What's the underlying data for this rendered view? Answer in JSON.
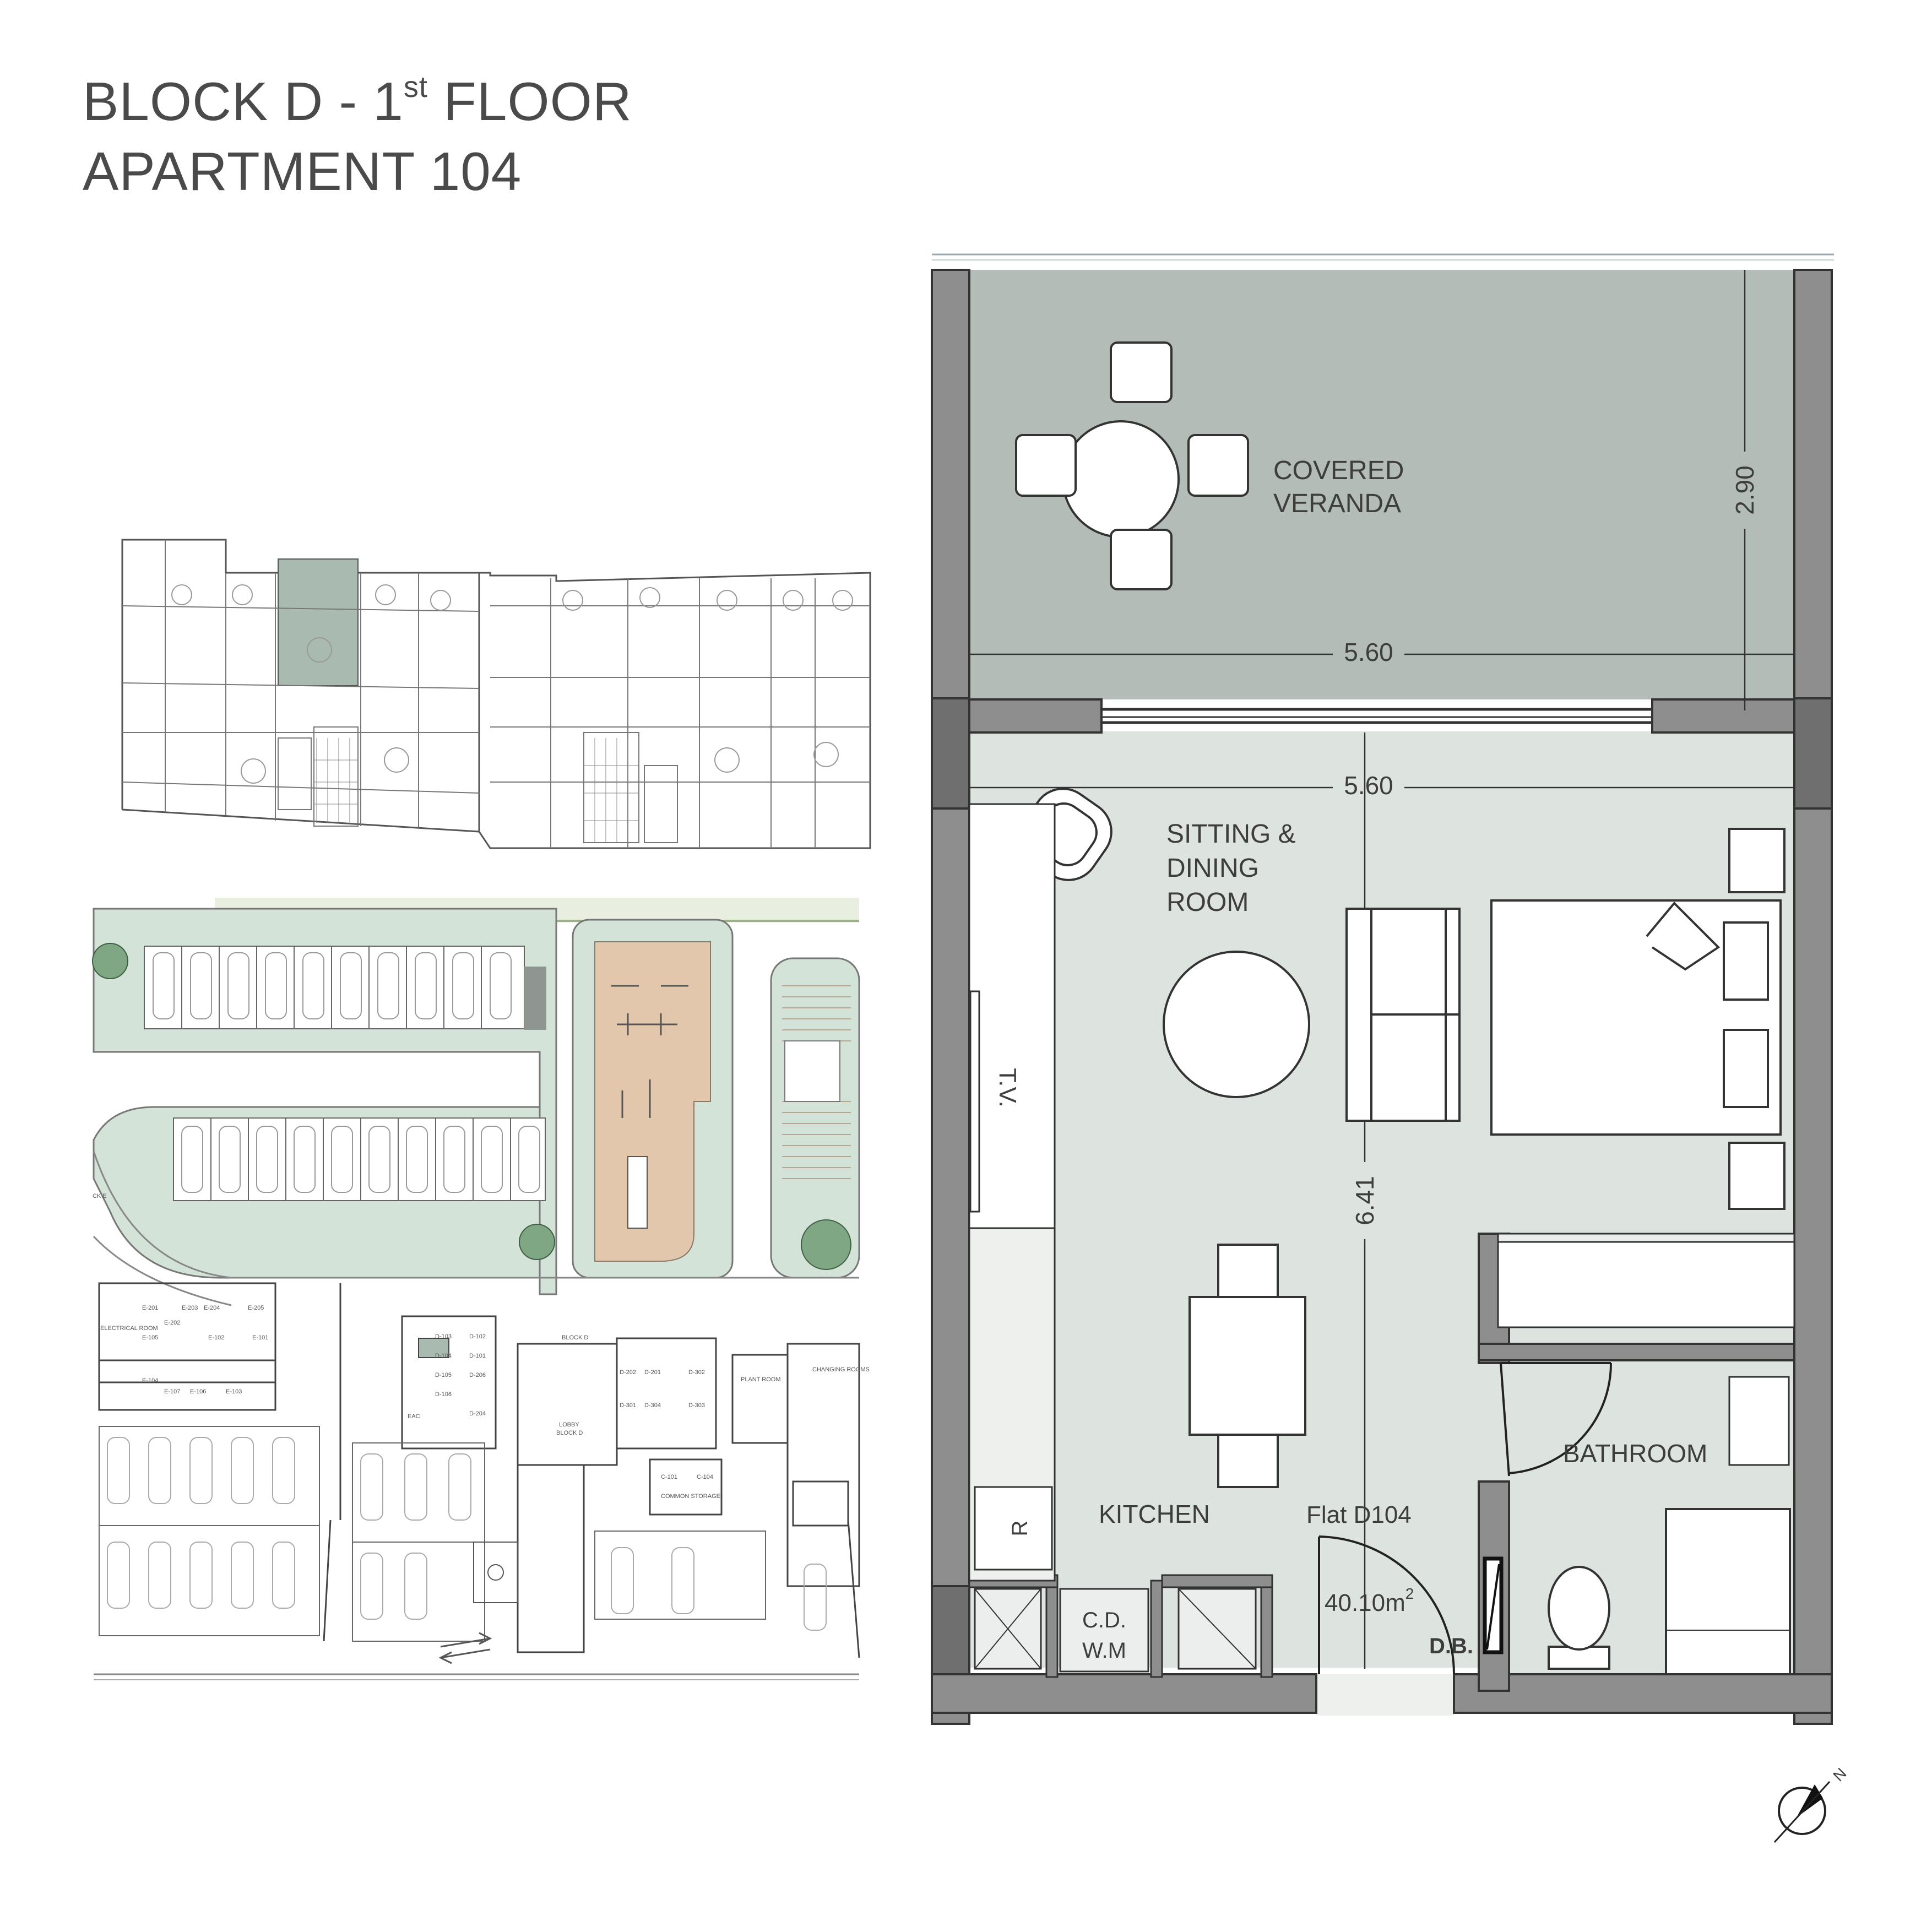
{
  "title": {
    "line1_pre": "BLOCK D - 1",
    "line1_sup": "st",
    "line1_post": " FLOOR",
    "line2": "APARTMENT 104"
  },
  "plan": {
    "rooms": {
      "veranda_1": "COVERED",
      "veranda_2": "VERANDA",
      "sitting_1": "SITTING &",
      "sitting_2": "DINING",
      "sitting_3": "ROOM",
      "kitchen": "KITCHEN",
      "bathroom": "BATHROOM"
    },
    "dims": {
      "veranda_depth": "2.90",
      "veranda_width": "5.60",
      "room_width": "5.60",
      "room_depth": "6.41"
    },
    "labels": {
      "tv": "T.V.",
      "fridge": "R",
      "cd": "C.D.",
      "wm": "W.M",
      "flat": "Flat D104",
      "area": "40.10m",
      "area_sup": "2",
      "db": "D.B."
    }
  },
  "site": {
    "block_d": "BLOCK D",
    "lobby_1": "LOBBY",
    "lobby_2": "BLOCK D",
    "block_e": "CK E",
    "plant_room": "PLANT ROOM",
    "common_storage": "COMMON STORAGE",
    "changing_rooms": "CHANGING ROOMS",
    "eac": "EAC",
    "electrical_room": "ELECTRICAL ROOM",
    "storage_d": [
      "D-103",
      "D-102",
      "D-104",
      "D-101",
      "D-105",
      "D-206",
      "D-106",
      "D-204",
      "D-202",
      "D-201",
      "D-302",
      "D-301",
      "D-304",
      "D-303",
      "C-101",
      "C-104"
    ],
    "storage_e": [
      "E-201",
      "E-202",
      "E-203",
      "E-204",
      "E-205",
      "E-101",
      "E-102",
      "E-103",
      "E-104",
      "E-105",
      "E-106",
      "E-107"
    ]
  },
  "compass": {
    "north": "N"
  },
  "colors": {
    "veranda": "#b3bcb7",
    "interior": "#dde3df",
    "wall": "#8e8e8e",
    "wall_dark": "#6f6f6f",
    "green": "#d4e3d8",
    "playground": "#e2c7ad",
    "title": "#4a4a4a"
  }
}
